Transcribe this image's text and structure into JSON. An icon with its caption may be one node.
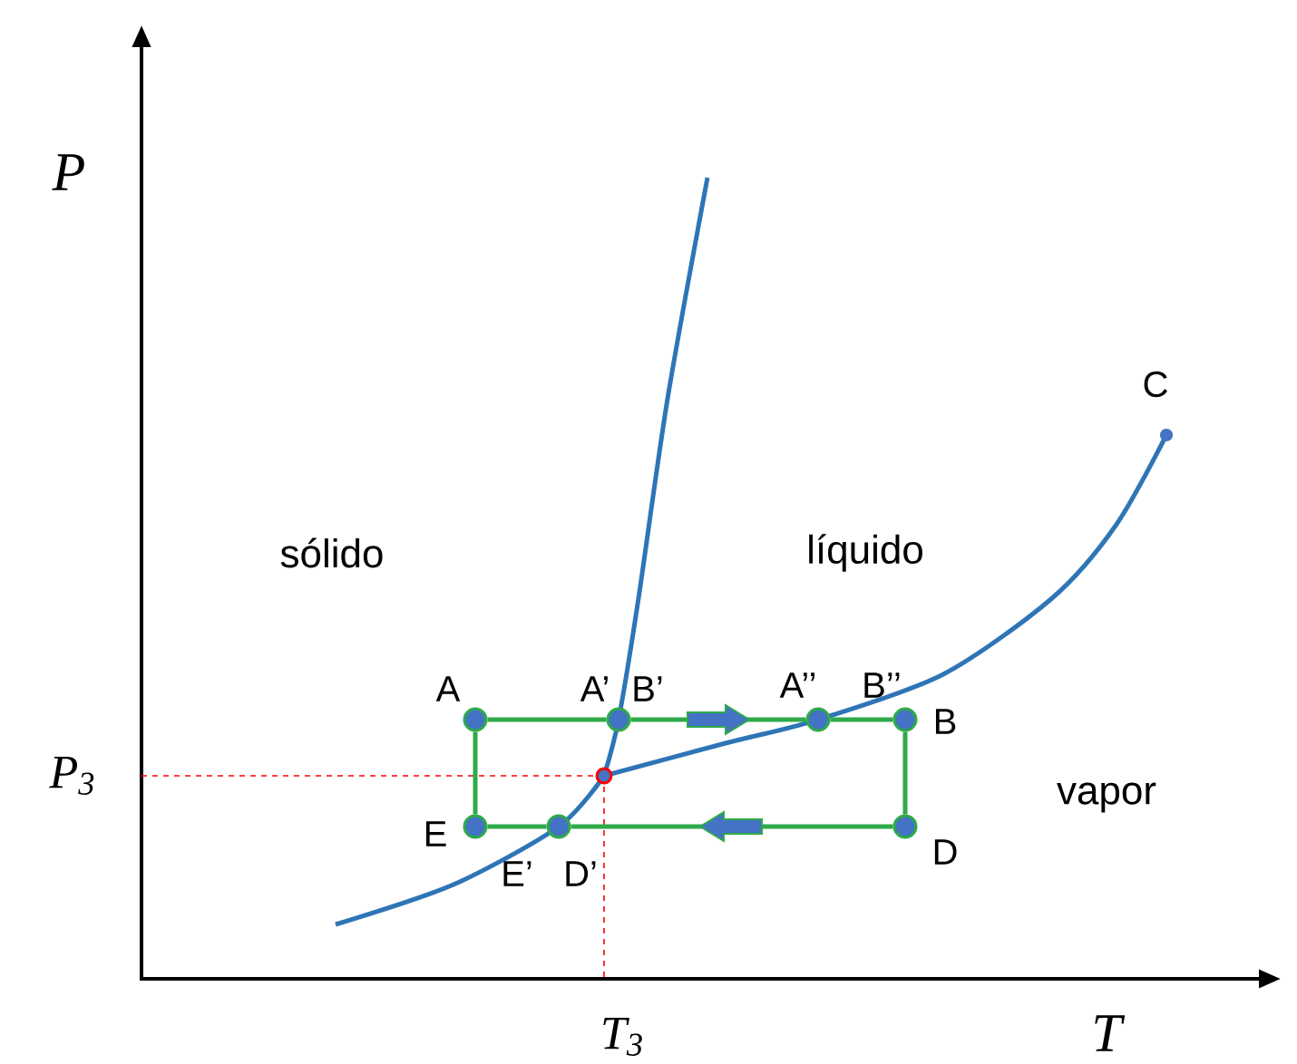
{
  "diagram": {
    "nodes": [
      {
        "text": [
          "A"
        ]
      },
      {
        "text": [
          "A’",
          "B’"
        ]
      },
      {
        "text": [
          "A’’",
          "B’’"
        ]
      },
      {
        "text": [
          "B"
        ]
      },
      {
        "text": [
          "D"
        ]
      },
      {
        "text": [
          "E’",
          "D’"
        ]
      },
      {
        "text": [
          "E"
        ]
      }
    ],
    "edges": [
      {
        "from": 0,
        "to": 1,
        "arrow": "none"
      },
      {
        "from": 1,
        "to": 2,
        "arrow": "none"
      },
      {
        "from": 2,
        "to": 3,
        "arrow": "none"
      },
      {
        "from": 3,
        "to": 4,
        "arrow": "none"
      },
      {
        "from": 4,
        "to": 5,
        "arrow": "none"
      },
      {
        "from": 5,
        "to": 6,
        "arrow": "none"
      },
      {
        "from": 6,
        "to": 0,
        "arrow": "none"
      }
    ],
    "labels": [
      "P",
      "C",
      "sólido",
      "líquido",
      "P$_{3}$",
      "vapor",
      "T$_{3}$",
      "T"
    ]
  }
}
